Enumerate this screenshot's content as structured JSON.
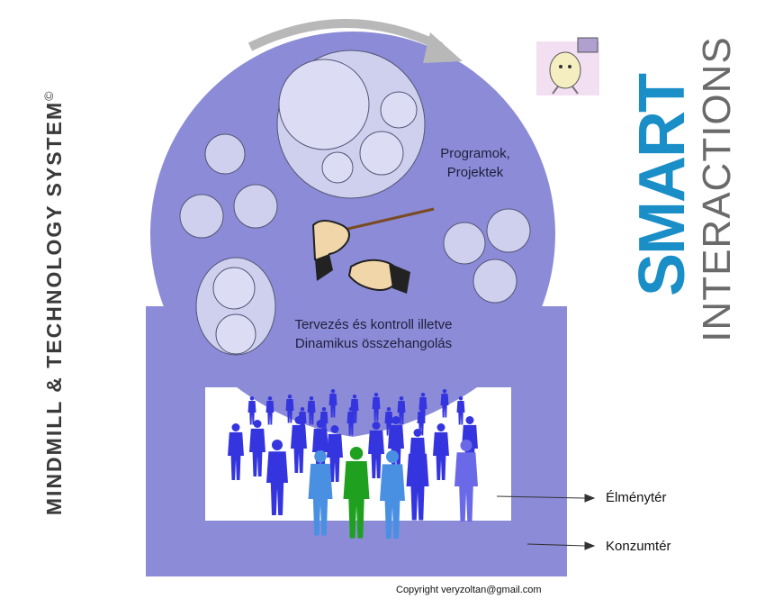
{
  "left_brand": {
    "text": "MINDMILL & TECHNOLOGY SYSTEM",
    "mark": "©"
  },
  "right_brand": {
    "smart": "SMART",
    "interactions": "INTERACTIONS"
  },
  "sphere_labels": {
    "programs": [
      "Programok,",
      "Projektek"
    ],
    "planning": [
      "Tervezés és kontroll illetve",
      "Dinamikus összehangolás"
    ]
  },
  "side_labels": {
    "experience_space": "Élménytér",
    "consumer_space": "Konzumtér"
  },
  "copyright": "Copyright veryzoltan@gmail.com",
  "colors": {
    "sphere": "#8b8bd8",
    "circle_fill": "#cfcfee",
    "base": "#8b8bd8",
    "crowd_blue": "#3535e0",
    "crowd_light": "#4a90e2",
    "crowd_green": "#1fa01f",
    "smart_blue": "#1a8ec7",
    "arrow_gray": "#b8b8b8"
  },
  "icons": [
    "rotation-arrow-icon",
    "conductor-hands-icon",
    "cartoon-character-icon",
    "crowd-silhouette-icon"
  ]
}
